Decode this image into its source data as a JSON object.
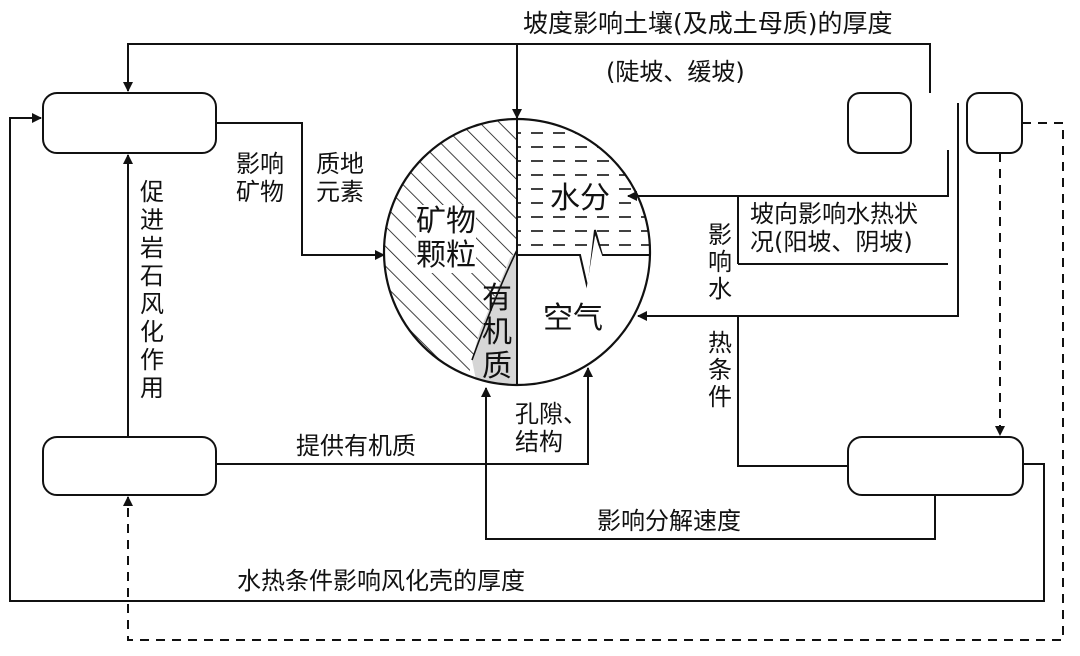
{
  "labels": {
    "top_slope_thickness": "坡度影响土壤(及成土母质)的厚度",
    "top_slope_types": "(陡坡、缓坡)",
    "affect_minerals": "影响\n矿物",
    "texture_elements": "质地\n元素",
    "mineral_particles": "矿物\n颗粒",
    "water": "水分",
    "organic_matter": "有\n机\n质",
    "air": "空气",
    "aspect_water_heat": "坡向影响水热状\n况(阳坡、阴坡)",
    "affect_water_heat": "影\n响\n水\n \n热\n条\n件",
    "promote_weathering": "促\n进\n岩\n石\n风\n化\n作\n用",
    "provide_organic": "提供有机质",
    "pores_structure": "孔隙、\n结构",
    "decomposition_speed": "影响分解速度",
    "weathering_crust": "水热条件影响风化壳的厚度"
  },
  "boxes": [
    "parent-material-box",
    "biology-box",
    "terrain-box",
    "climate-box",
    "time-box"
  ],
  "colors": {
    "line": "#111111",
    "background": "#ffffff",
    "organic_fill": "#d6d6d6"
  }
}
